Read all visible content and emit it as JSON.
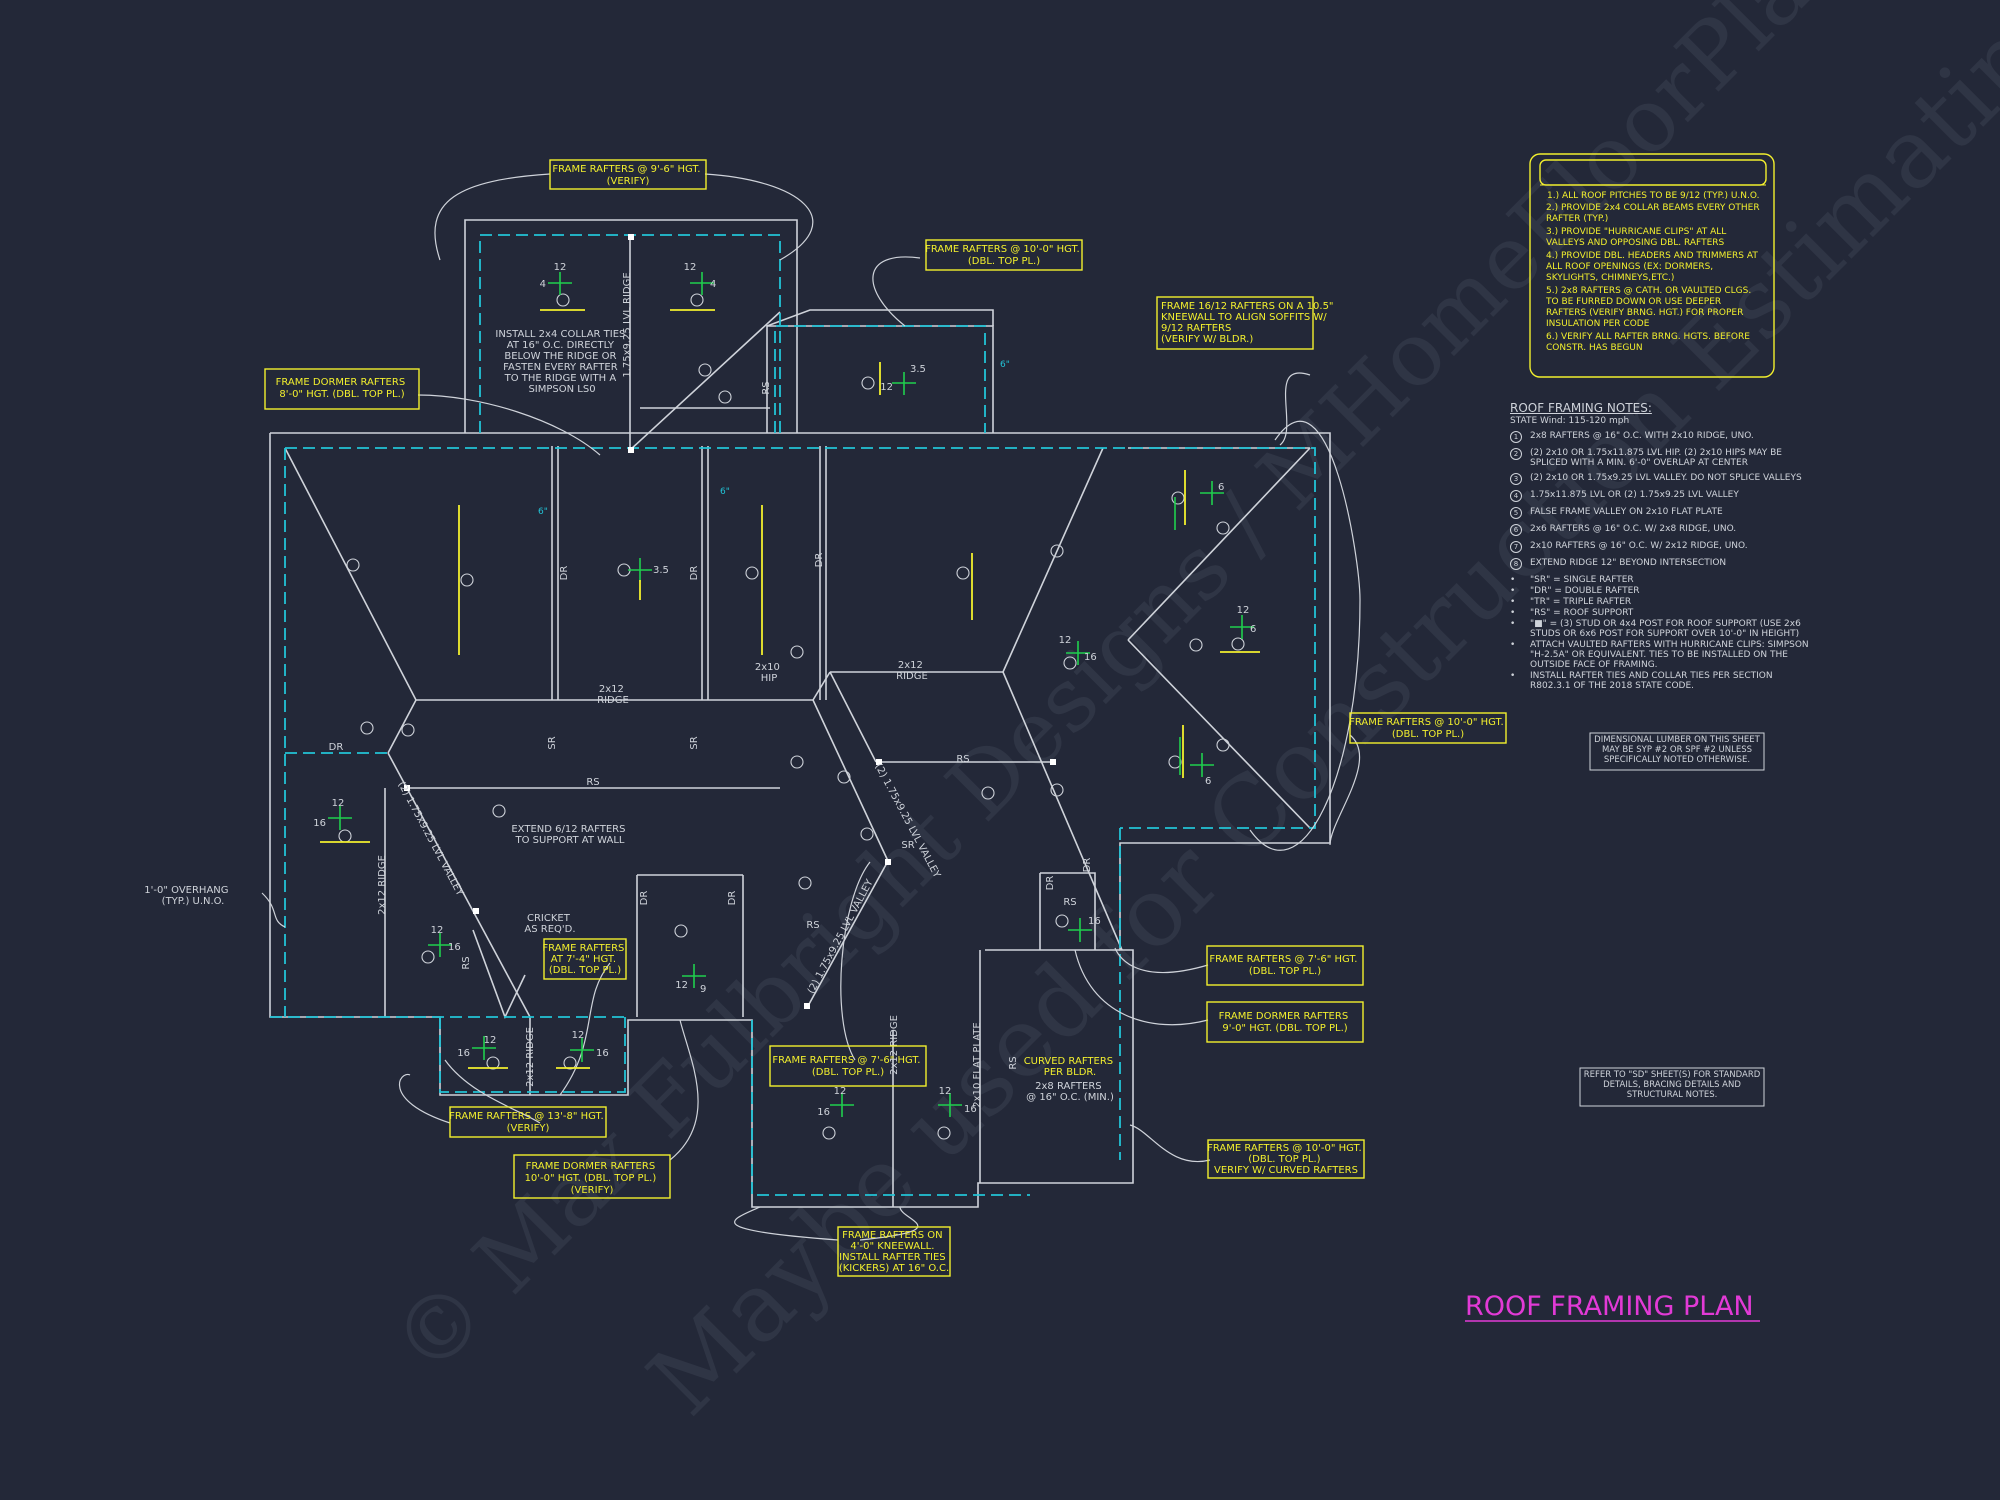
{
  "colors": {
    "background": "#232838",
    "linework": "#cfd3da",
    "dashed_plate": "#22c3d6",
    "callout": "#f2ef2e",
    "pitch": "#1fcf4e",
    "title": "#e23ad6"
  },
  "title": "ROOF FRAMING PLAN",
  "watermark": [
    "Maybe used for Construction Estimating",
    "© Max Fulbright Designs / MHomeFloorPlans.com"
  ],
  "general_notes": [
    "1.) ALL ROOF PITCHES TO BE 9/12 (TYP.) U.N.O.",
    "2.) PROVIDE 2x4 COLLAR BEAMS EVERY OTHER RAFTER (TYP.)",
    "3.) PROVIDE \"HURRICANE CLIPS\" AT ALL VALLEYS AND OPPOSING DBL. RAFTERS",
    "4.) PROVIDE DBL. HEADERS AND TRIMMERS AT ALL ROOF OPENINGS (EX: DORMERS, SKYLIGHTS, CHIMNEYS,ETC.)",
    "5.) 2x8 RAFTERS @ CATH. OR VAULTED CLGS. TO BE FURRED DOWN OR USE DEEPER RAFTERS (VERIFY BRNG. HGT.) FOR PROPER INSULATION PER CODE",
    "6.) VERIFY ALL RAFTER BRNG. HGTS. BEFORE CONSTR. HAS BEGUN"
  ],
  "framing_notes": {
    "heading": "ROOF FRAMING NOTES:",
    "state_wind": "STATE Wind: 115-120 mph",
    "numbered": [
      {
        "num": "1",
        "text": "2x8 RAFTERS @ 16\" O.C. WITH 2x10 RIDGE, UNO."
      },
      {
        "num": "2",
        "text": "(2) 2x10 OR 1.75x11.875 LVL HIP. (2) 2x10 HIPS MAY BE SPLICED WITH A MIN. 6'-0\" OVERLAP AT CENTER"
      },
      {
        "num": "3",
        "text": "(2) 2x10 OR 1.75x9.25 LVL VALLEY. DO NOT SPLICE VALLEYS"
      },
      {
        "num": "4",
        "text": "1.75x11.875 LVL OR (2) 1.75x9.25 LVL VALLEY"
      },
      {
        "num": "5",
        "text": "FALSE FRAME VALLEY ON 2x10 FLAT PLATE"
      },
      {
        "num": "6",
        "text": "2x6 RAFTERS @ 16\" O.C. W/ 2x8 RIDGE, UNO."
      },
      {
        "num": "7",
        "text": "2x10 RAFTERS @ 16\" O.C. W/ 2x12 RIDGE, UNO."
      },
      {
        "num": "8",
        "text": "EXTEND RIDGE 12\" BEYOND INTERSECTION"
      }
    ],
    "bullets": [
      "\"SR\" = SINGLE RAFTER",
      "\"DR\" = DOUBLE RAFTER",
      "\"TR\" = TRIPLE RAFTER",
      "\"RS\" = ROOF SUPPORT",
      "\"■\" = (3) STUD OR 4x4 POST FOR ROOF SUPPORT (USE 2x6 STUDS OR 6x6 POST FOR SUPPORT OVER 10'-0\" IN HEIGHT)",
      "ATTACH VAULTED RAFTERS WITH HURRICANE CLIPS: SIMPSON \"H-2.5A\" OR EQUIVALENT. TIES TO BE INSTALLED ON THE OUTSIDE FACE OF FRAMING.",
      "INSTALL RAFTER TIES AND COLLAR TIES PER SECTION R802.3.1 OF THE 2018 STATE CODE."
    ]
  },
  "lumber_note": "DIMENSIONAL LUMBER ON THIS SHEET MAY BE SYP #2 OR SPF #2 UNLESS SPECIFICALLY NOTED OTHERWISE.",
  "refer_note": "REFER TO \"SD\" SHEET(S) FOR STANDARD DETAILS, BRACING DETAILS AND STRUCTURAL NOTES.",
  "callouts": {
    "top_center": [
      "FRAME RAFTERS @ 9'-6\" HGT.",
      "(VERIFY)"
    ],
    "top_right": [
      "FRAME RAFTERS @ 10'-0\" HGT.",
      "(DBL. TOP PL.)"
    ],
    "kneewall": [
      "FRAME 16/12 RAFTERS ON A 10.5\"",
      "KNEEWALL TO ALIGN SOFFITS W/",
      "9/12 RAFTERS",
      "(VERIFY W/ BLDR.)"
    ],
    "dormer_left": [
      "FRAME DORMER RAFTERS",
      "8'-0\" HGT. (DBL. TOP PL.)"
    ],
    "right_mid": [
      "FRAME RAFTERS @ 10'-0\" HGT.",
      "(DBL. TOP PL.)"
    ],
    "r_7_6": [
      "FRAME RAFTERS @ 7'-6\" HGT.",
      "(DBL. TOP PL.)"
    ],
    "r_dormer_9": [
      "FRAME DORMER RAFTERS",
      "9'-0\" HGT. (DBL. TOP PL.)"
    ],
    "center_7_6": [
      "FRAME RAFTERS @ 7'-6\" HGT.",
      "(DBL. TOP PL.)"
    ],
    "frame_7_4": [
      "FRAME RAFTERS",
      "AT 7'-4\" HGT.",
      "(DBL. TOP PL.)"
    ],
    "bottom_13_8": [
      "FRAME RAFTERS @ 13'-8\" HGT.",
      "(VERIFY)"
    ],
    "dormer_10": [
      "FRAME DORMER RAFTERS",
      "10'-0\" HGT. (DBL. TOP PL.)",
      "(VERIFY)"
    ],
    "kickers": [
      "FRAME RAFTERS ON",
      "4'-0\" KNEEWALL.",
      "INSTALL RAFTER TIES",
      "(KICKERS) AT 16\" O.C."
    ],
    "curved_verify": [
      "FRAME RAFTERS @ 10'-0\" HGT.",
      "(DBL. TOP PL.)",
      "VERIFY W/ CURVED RAFTERS"
    ],
    "curved": [
      "CURVED RAFTERS",
      "PER BLDR."
    ]
  },
  "plan_labels": {
    "collar_ties": [
      "INSTALL 2x4 COLLAR TIES",
      "AT 16\" O.C. DIRECTLY",
      "BELOW THE RIDGE OR",
      "FASTEN EVERY RAFTER",
      "TO THE RIDGE WITH A",
      "SIMPSON LS0"
    ],
    "overhang": [
      "1'-0\" OVERHANG",
      "(TYP.) U.N.O."
    ],
    "extend": [
      "EXTEND 6/12 RAFTERS",
      "TO SUPPORT AT WALL"
    ],
    "cricket": [
      "CRICKET",
      "AS REQ'D."
    ],
    "curved_sub": [
      "2x8 RAFTERS",
      "@ 16\" O.C. (MIN.)"
    ],
    "ridge_2x12": [
      "2x12",
      "RIDGE"
    ],
    "ridge_2x12_b": [
      "2x12",
      "RIDGE"
    ],
    "hip_2x10": [
      "2x10",
      "HIP"
    ],
    "lvl_ridge": "1.75x9.25 LVL RIDGE",
    "flat_plate": "2x10 FLAT PLATE",
    "valley_a": "(2) 1.75x9.25 LVL VALLEY",
    "valley_b": "(2) 1.75x9.25 LVL VALLEY",
    "valley_c": "(2) 1.75x9.25 LVL VALLEY",
    "ridge_left": "2x12 RIDGE",
    "ridge_bottom": "2x12 RIDGE",
    "ridge_small": "2x12 RIDGE",
    "rs": "RS",
    "sr": "SR",
    "dr": "DR",
    "six_in": "6\"",
    "pitch_12": "12",
    "pitch_4": "4",
    "pitch_6": "6",
    "pitch_16": "16",
    "pitch_3_5": "3.5",
    "pitch_35": "3.5",
    "pitch_9": "9"
  }
}
